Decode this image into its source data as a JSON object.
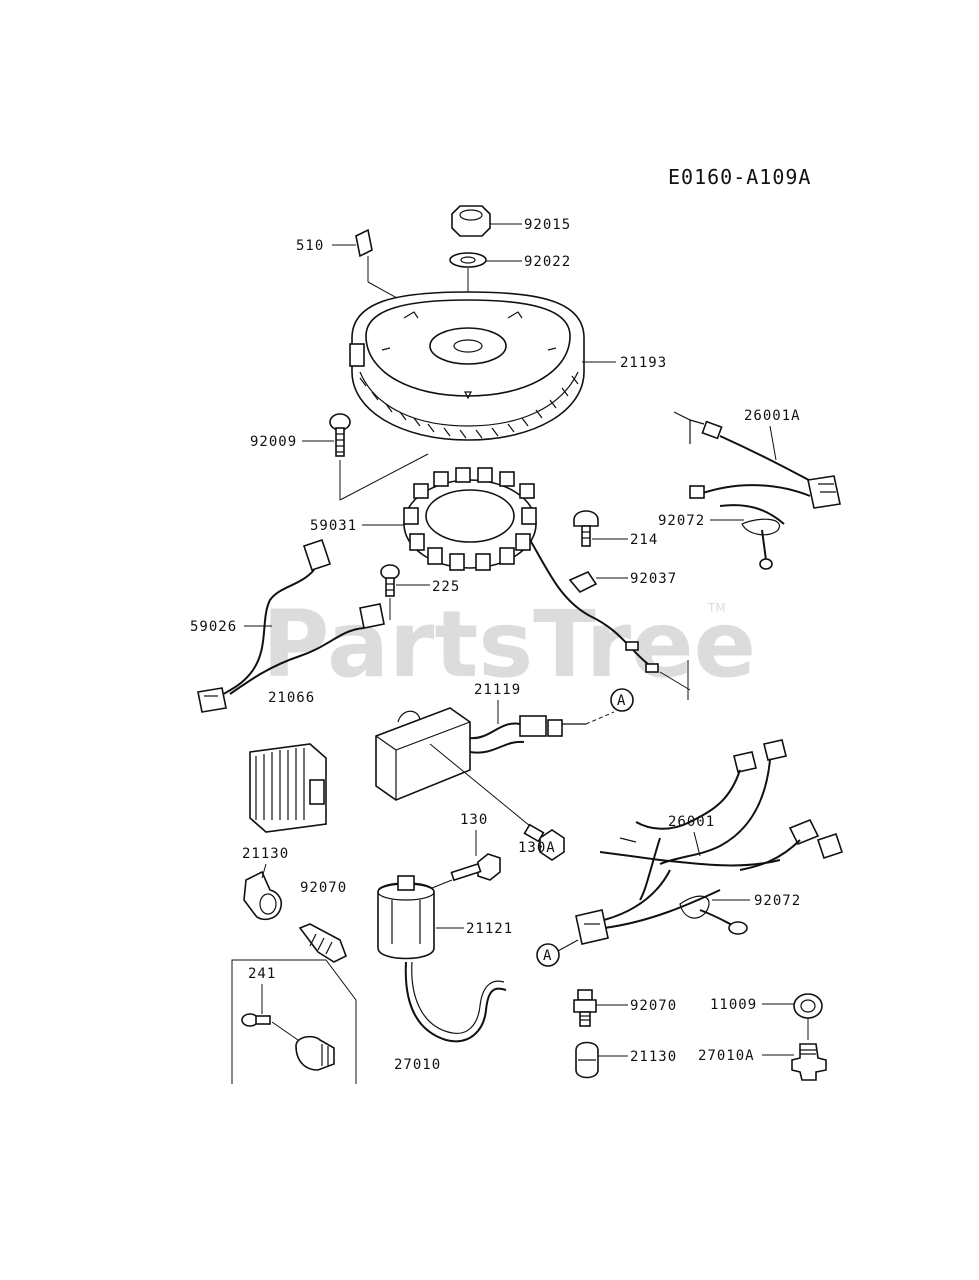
{
  "diagram_code": "E0160-A109A",
  "watermark": {
    "text": "PartsTree",
    "trademark": "TM"
  },
  "part_labels": {
    "p92015": "92015",
    "p92022": "92022",
    "p510": "510",
    "p21193": "21193",
    "p92009": "92009",
    "p26001A": "26001A",
    "p59031": "59031",
    "p92072_top": "92072",
    "p214": "214",
    "p225": "225",
    "p92037": "92037",
    "p59026": "59026",
    "p21066": "21066",
    "p21119": "21119",
    "p130": "130",
    "p130A": "130A",
    "p26001": "26001",
    "p21130_left": "21130",
    "p92070_left": "92070",
    "p21121": "21121",
    "p92072_bottom": "92072",
    "p241": "241",
    "p27010": "27010",
    "p92070_right": "92070",
    "p11009": "11009",
    "p21130_right": "21130",
    "p27010A": "27010A"
  },
  "connector_markers": {
    "top": "A",
    "bottom": "A"
  }
}
